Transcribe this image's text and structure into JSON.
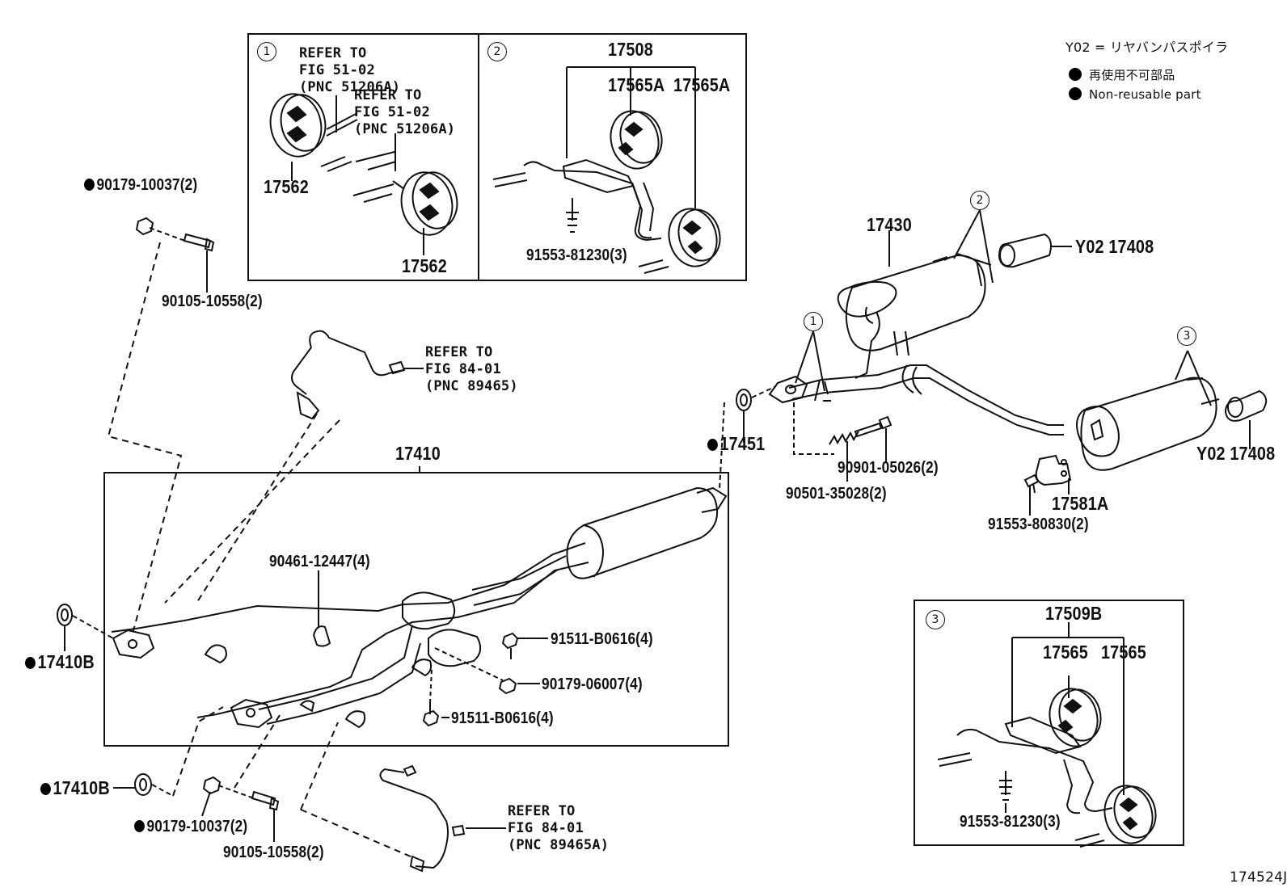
{
  "legend": {
    "y02": "Y02 = リヤバンパスポイラ",
    "jp": "再使用不可部品",
    "en": "Non-reusable part"
  },
  "detail1": {
    "num": "1",
    "ref_a": "REFER TO\nFIG 51-02\n(PNC 51206A)",
    "ref_b": "REFER TO\nFIG 51-02\n(PNC 51206A)",
    "part_a": "17562",
    "part_b": "17562"
  },
  "detail2": {
    "num": "2",
    "kit": "17508",
    "part_a": "17565A",
    "part_b": "17565A",
    "bolt": "91553-81230(3)"
  },
  "detail3": {
    "num": "3",
    "kit": "17509B",
    "part_a": "17565",
    "part_b": "17565",
    "bolt": "91553-81230(3)"
  },
  "main": {
    "pipe_assy": "17410",
    "nut_top": "90179-10037(2)",
    "bolt_top": "90105-10558(2)",
    "ref_sensor_a": "REFER TO\nFIG 84-01\n(PNC 89465)",
    "clamp": "90461-12447(4)",
    "bolt_1": "91511-B0616(4)",
    "nut_1": "90179-06007(4)",
    "bolt_2": "91511-B0616(4)",
    "gasket_left": "17410B",
    "gasket_bottom": "17410B",
    "nut_bottom": "90179-10037(2)",
    "bolt_bottom": "90105-10558(2)",
    "ref_sensor_b": "REFER TO\nFIG 84-01\n(PNC 89465A)"
  },
  "rear": {
    "muffler": "17430",
    "circ_2": "2",
    "circ_1": "1",
    "circ_3": "3",
    "tail_top": "Y02 17408",
    "tail_right": "Y02 17408",
    "gasket": "17451",
    "spring_bolt": "90901-05026(2)",
    "spring": "90501-35028(2)",
    "bracket": "17581A",
    "bracket_bolt": "91553-80830(2)"
  },
  "figure_code": "174524J"
}
